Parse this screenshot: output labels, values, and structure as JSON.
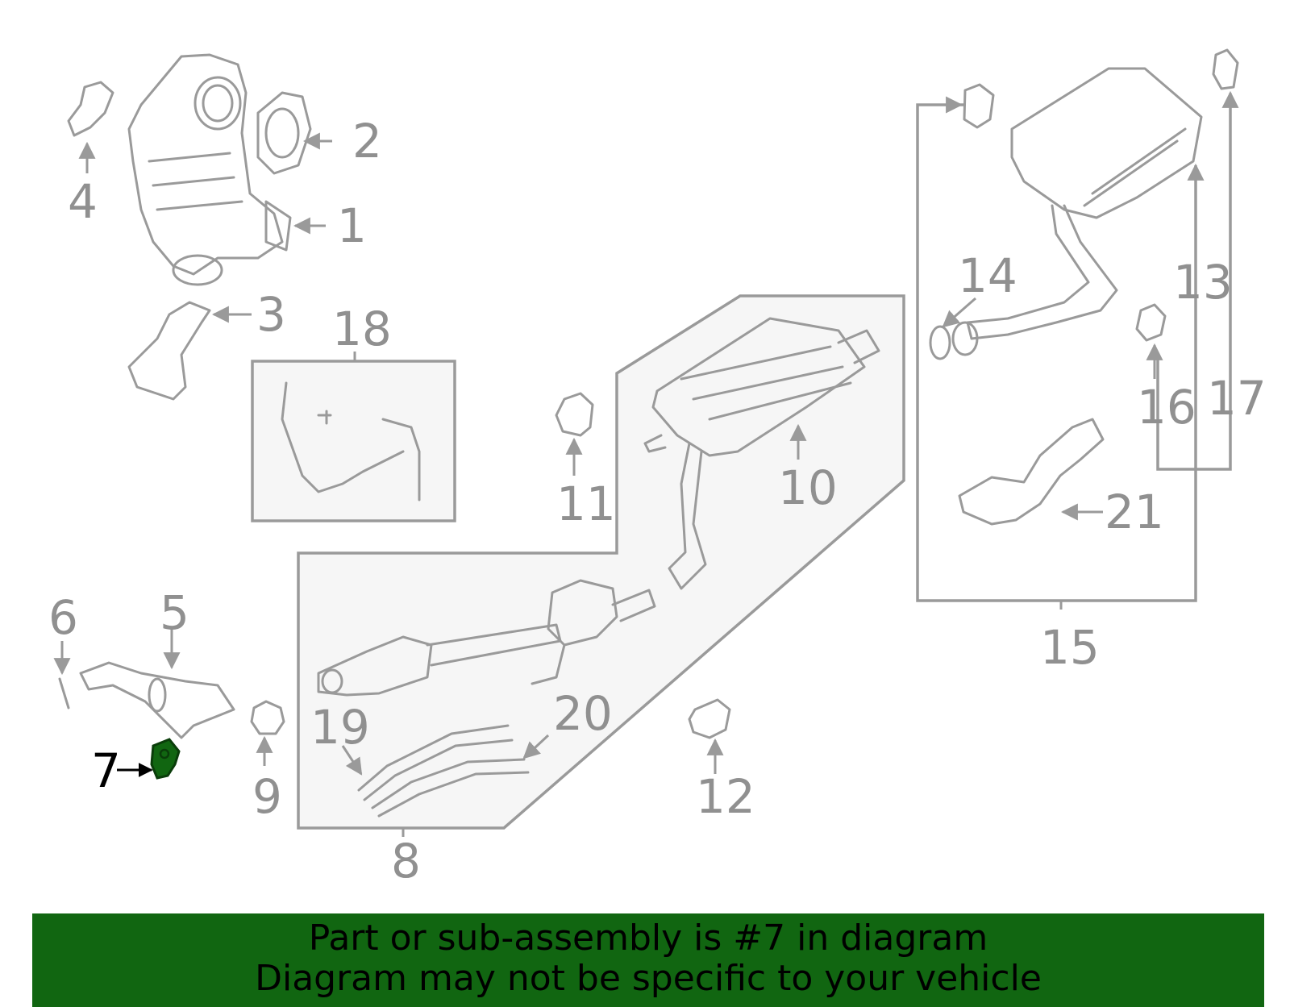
{
  "callouts": {
    "c1": "1",
    "c2": "2",
    "c3": "3",
    "c4": "4",
    "c5": "5",
    "c6": "6",
    "c7": "7",
    "c8": "8",
    "c9": "9",
    "c10": "10",
    "c11": "11",
    "c12": "12",
    "c13": "13",
    "c14": "14",
    "c15": "15",
    "c16": "16",
    "c17": "17",
    "c18": "18",
    "c19": "19",
    "c20": "20",
    "c21": "21"
  },
  "highlight": {
    "part_number": "7",
    "color": "#116611"
  },
  "banner": {
    "line1": "Part or sub-assembly is #7 in diagram",
    "line2": "Diagram may not be specific to your vehicle",
    "background": "#116611"
  }
}
